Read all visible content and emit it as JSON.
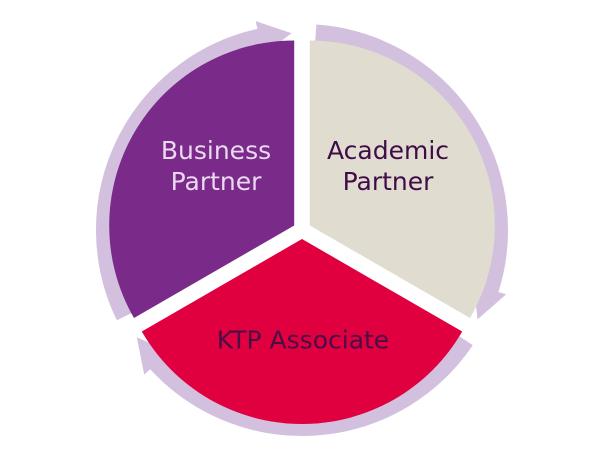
{
  "diagram": {
    "title": "KTP partnership cycle",
    "segments": [
      {
        "id": "business",
        "label_line1": "Business",
        "label_line2": "Partner",
        "fill": "#7a2a88",
        "text_color": "#ead9f0"
      },
      {
        "id": "academic",
        "label_line1": "Academic",
        "label_line2": "Partner",
        "fill": "#e0ddd0",
        "text_color": "#3f0c48"
      },
      {
        "id": "associate",
        "label_line1": "KTP Associate",
        "label_line2": "",
        "fill": "#e0003f",
        "text_color": "#4b0d45"
      }
    ],
    "cycle_arrow_color": "#d3c0de",
    "cycle_direction": "clockwise"
  }
}
